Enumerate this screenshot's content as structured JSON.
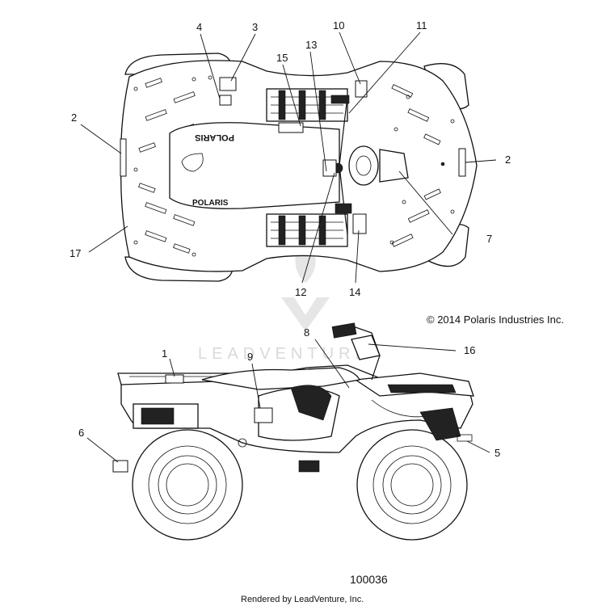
{
  "callouts": {
    "c1": "1",
    "c2a": "2",
    "c2b": "2",
    "c3": "3",
    "c4": "4",
    "c5": "5",
    "c6": "6",
    "c7": "7",
    "c8": "8",
    "c9": "9",
    "c10": "10",
    "c11": "11",
    "c12": "12",
    "c13": "13",
    "c14": "14",
    "c15": "15",
    "c16": "16",
    "c17": "17"
  },
  "copyright": "© 2014 Polaris Industries Inc.",
  "document_number": "100036",
  "rendered_by": "Rendered by LeadVenture, Inc.",
  "watermark": "LEADVENTURE",
  "seat_logo_text": "POLARIS",
  "fender_logo_text": "POLARIS"
}
